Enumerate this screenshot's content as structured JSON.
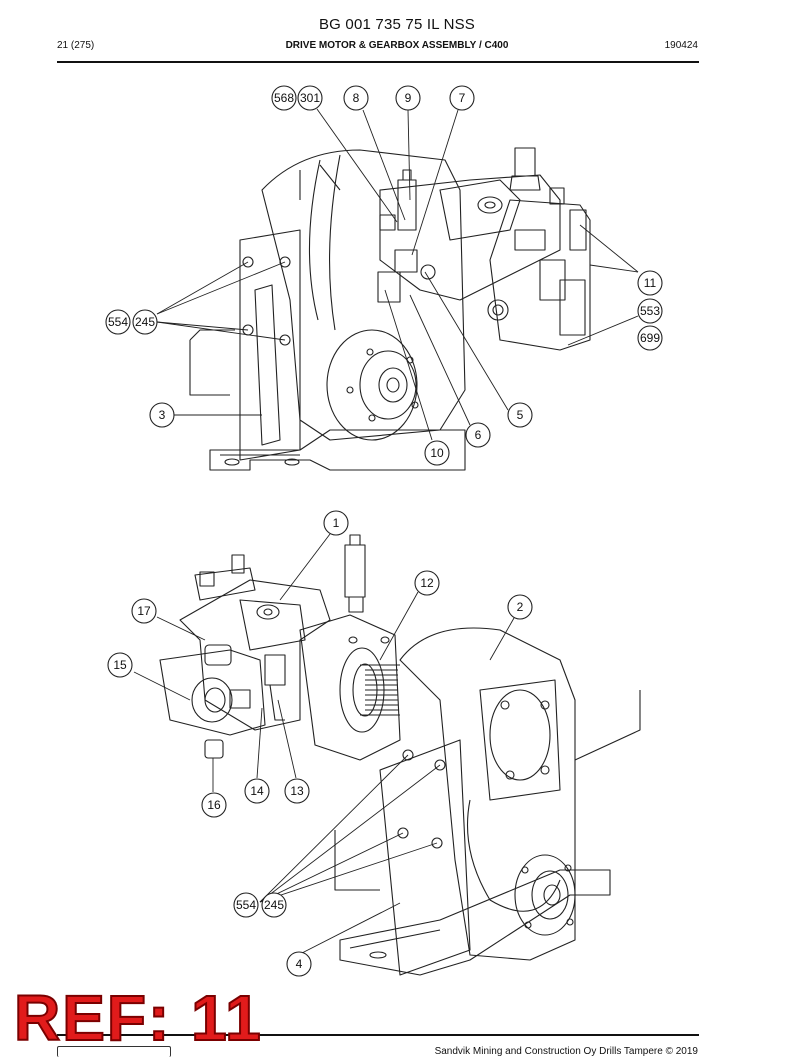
{
  "header": {
    "doc_number": "BG 001 735 75 IL NSS",
    "page": "21 (275)",
    "title": "DRIVE MOTOR & GEARBOX ASSEMBLY / C400",
    "date": "190424"
  },
  "callouts": {
    "c568": "568",
    "c301": "301",
    "c8": "8",
    "c9": "9",
    "c7": "7",
    "c11": "11",
    "c553": "553",
    "c699": "699",
    "c554a": "554",
    "c245a": "245",
    "c3": "3",
    "c5": "5",
    "c6": "6",
    "c10": "10",
    "c1": "1",
    "c12": "12",
    "c2": "2",
    "c17": "17",
    "c15": "15",
    "c14": "14",
    "c13": "13",
    "c16": "16",
    "c554b": "554",
    "c245b": "245",
    "c4": "4"
  },
  "stamp": {
    "text": "REF: 11"
  },
  "footer": {
    "copyright": "Sandvik Mining and Construction Oy Drills Tampere © 2019"
  }
}
